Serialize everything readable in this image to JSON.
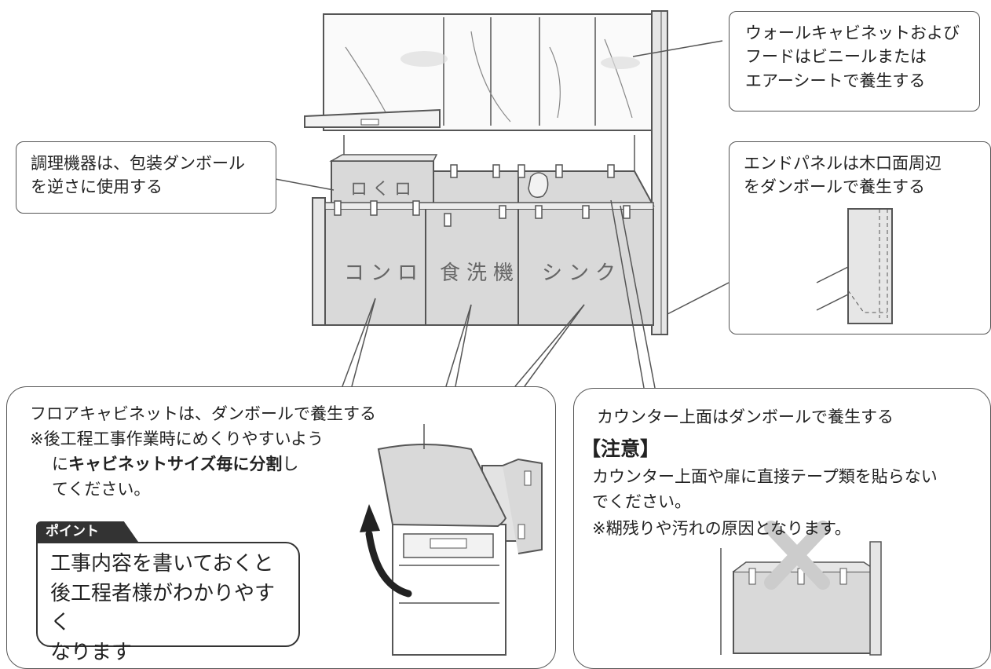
{
  "callouts": {
    "wall": "ウォールキャビネットおよびフードはビニールまたはエアーシートで養生する",
    "wall_lines": [
      "ウォールキャビネットおよび",
      "フードはビニールまたは",
      "エアーシートで養生する"
    ],
    "cooker_lines": [
      "調理機器は、包装ダンボール",
      "を逆さに使用する"
    ],
    "endpanel_lines": [
      "エンドパネルは木口面周辺",
      "をダンボールで養生する"
    ]
  },
  "cabinet_labels": {
    "konro": "コンロ",
    "dishwasher": "食洗機",
    "sink": "シンク",
    "box_mark": "ロくロ"
  },
  "floor": {
    "title": "フロアキャビネットは、ダンボールで養生する",
    "note_prefix": "※後工程工事作業時にめくりやすいよう",
    "note_mid_pre": "に",
    "note_bold": "キャビネットサイズ毎に分割",
    "note_mid_post": "し",
    "note_end": "てください。",
    "point_tag": "ポイント",
    "point_lines": [
      "工事内容を書いておくと",
      "後工程者様がわかりやすく",
      "なります"
    ]
  },
  "counter": {
    "title": "カウンター上面はダンボールで養生する",
    "caution": "【注意】",
    "caution_lines": [
      "カウンター上面や扉に直接テープ類を貼らない",
      "でください。"
    ],
    "note": "※糊残りや汚れの原因となります。"
  },
  "colors": {
    "cardboard": "#d9d9d9",
    "outline": "#555555",
    "cross": "#cccccc",
    "tag": "#333333"
  }
}
